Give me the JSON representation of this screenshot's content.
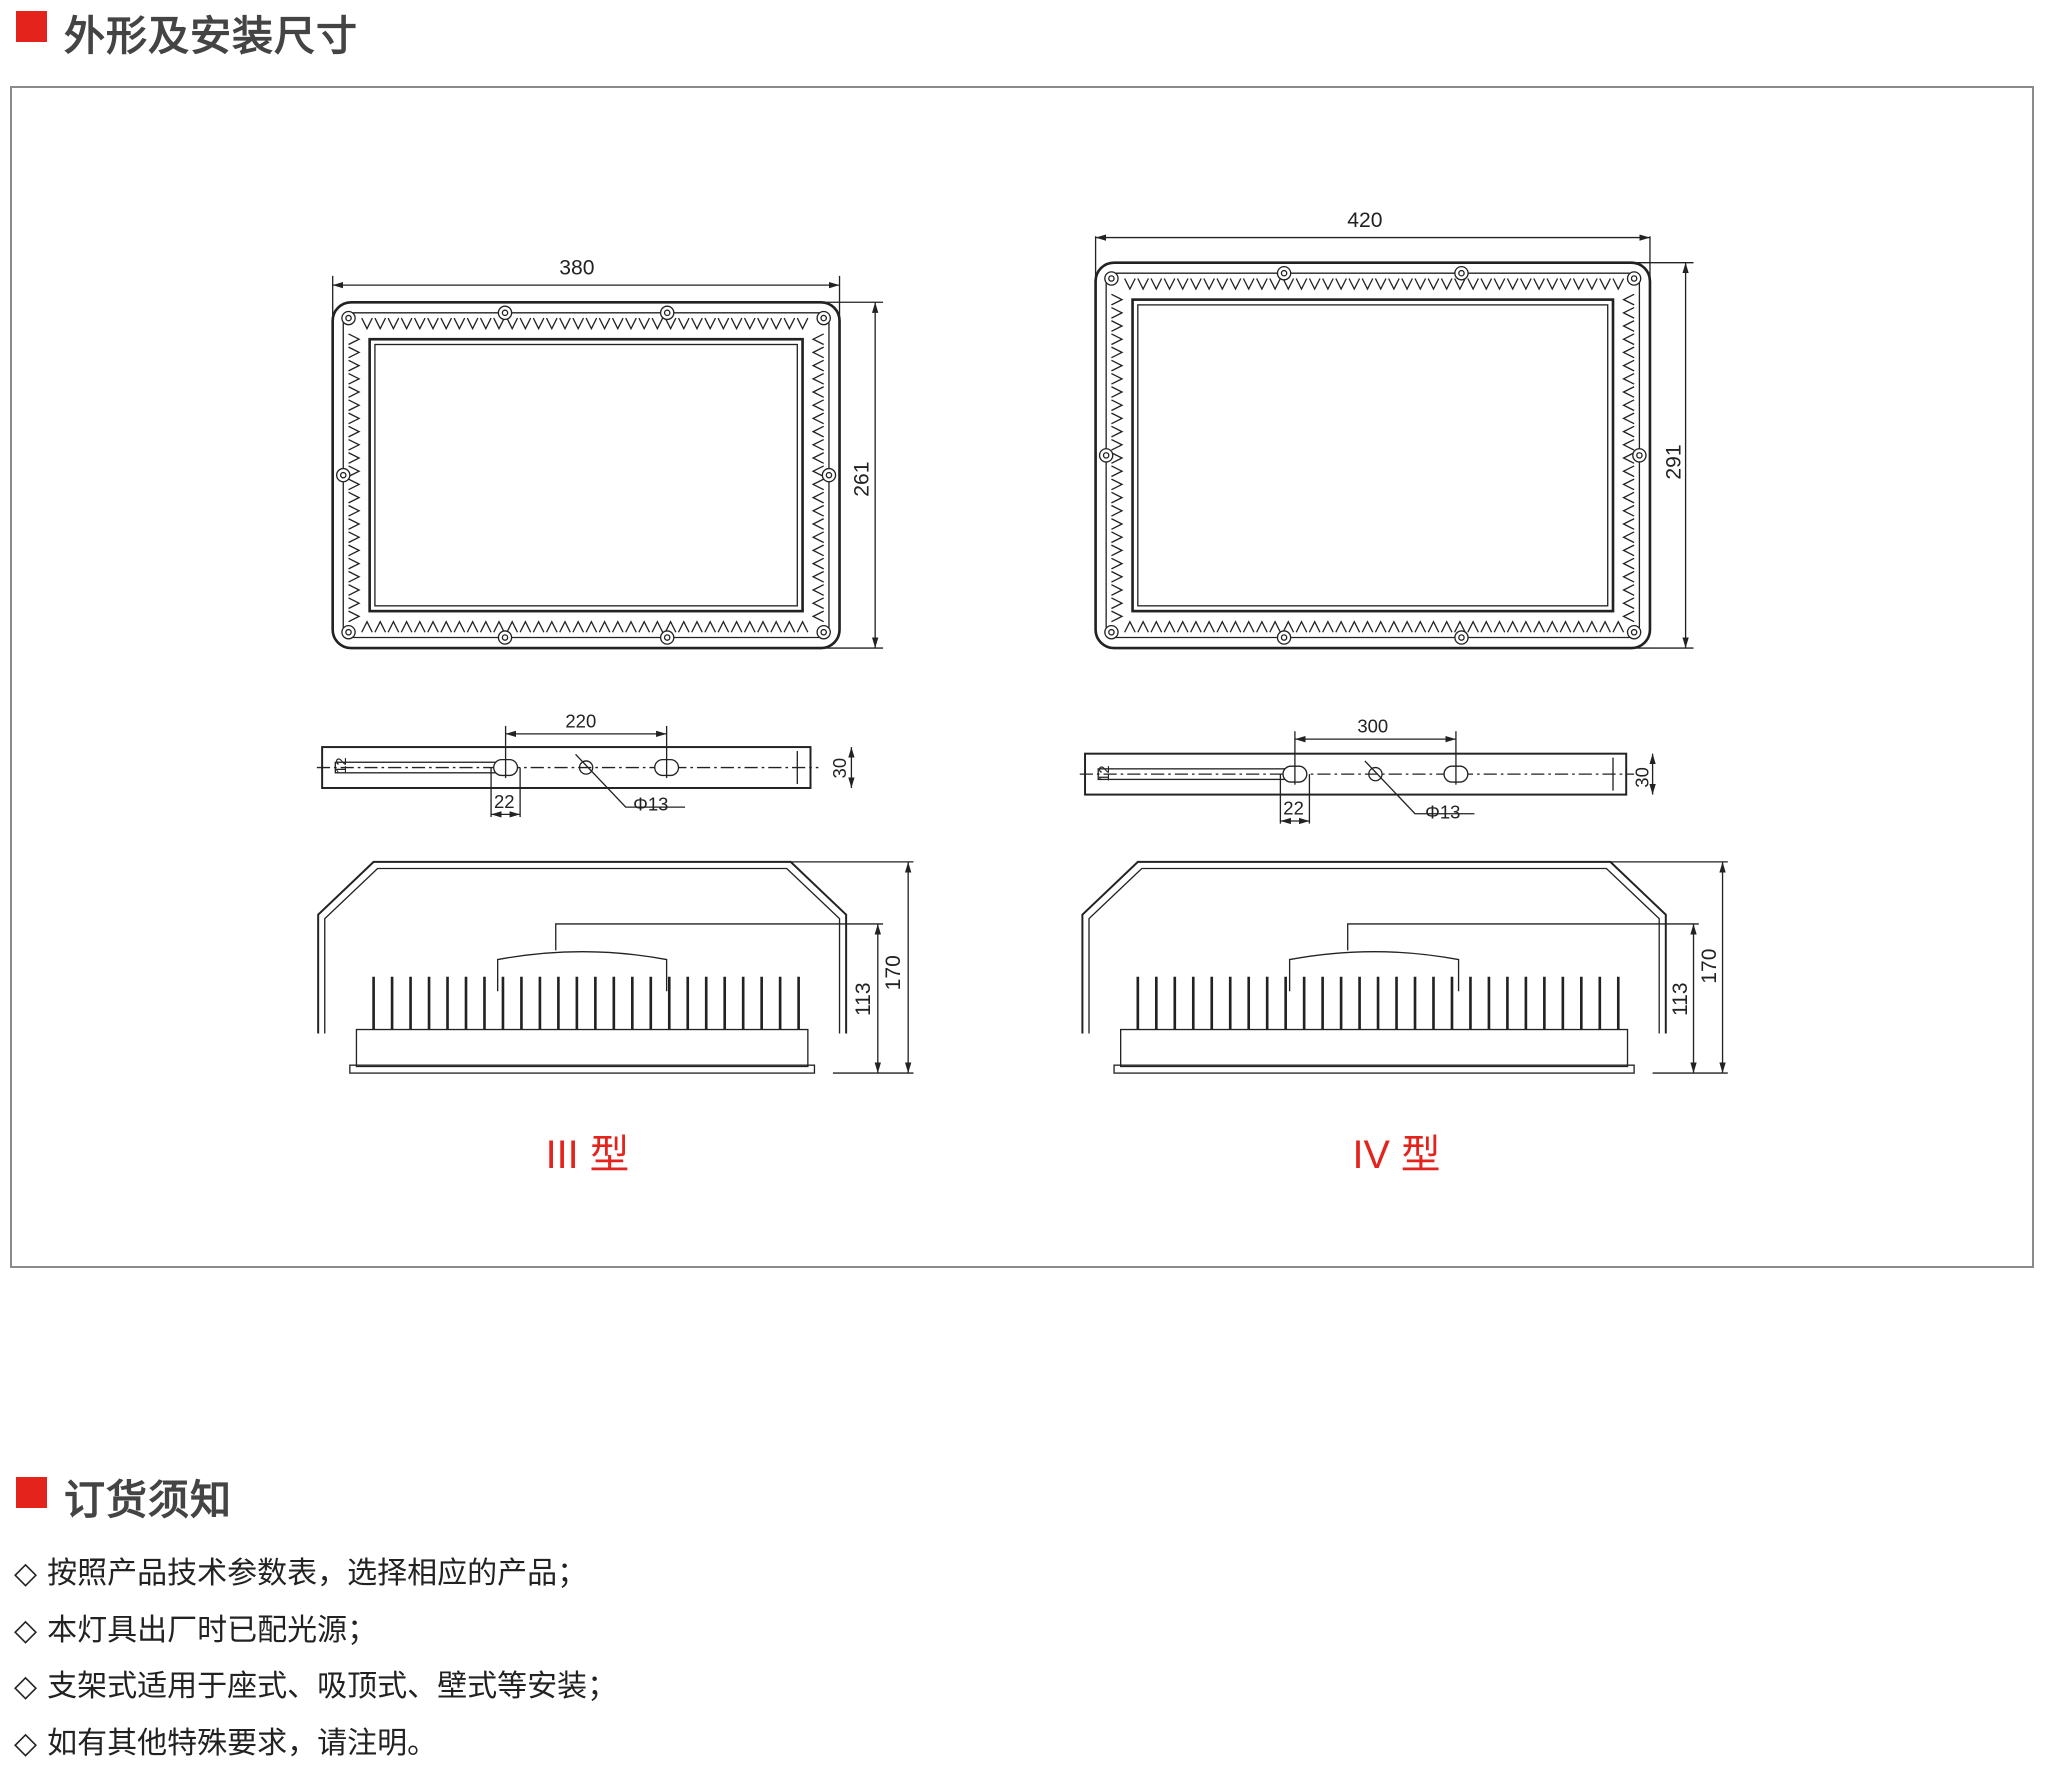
{
  "section1": {
    "title": "外形及安装尺寸"
  },
  "drawings": [
    {
      "type_label": "III 型",
      "width": "380",
      "height": "261",
      "bracket_spacing": "220",
      "bracket_height": "30",
      "slot_width": "22",
      "slot_height": "12",
      "hole": "Φ13",
      "side_total_height": "170",
      "side_body_height": "113"
    },
    {
      "type_label": "IV 型",
      "width": "420",
      "height": "291",
      "bracket_spacing": "300",
      "bracket_height": "30",
      "slot_width": "22",
      "slot_height": "12",
      "hole": "Φ13",
      "side_total_height": "170",
      "side_body_height": "113"
    }
  ],
  "section2": {
    "title": "订货须知",
    "bullet": "◇",
    "items": [
      "按照产品技术参数表，选择相应的产品；",
      "本灯具出厂时已配光源；",
      "支架式适用于座式、吸顶式、壁式等安装；",
      "如有其他特殊要求，请注明。"
    ]
  },
  "colors": {
    "accent": "#e3231c",
    "frame": "#8a8a8a"
  }
}
